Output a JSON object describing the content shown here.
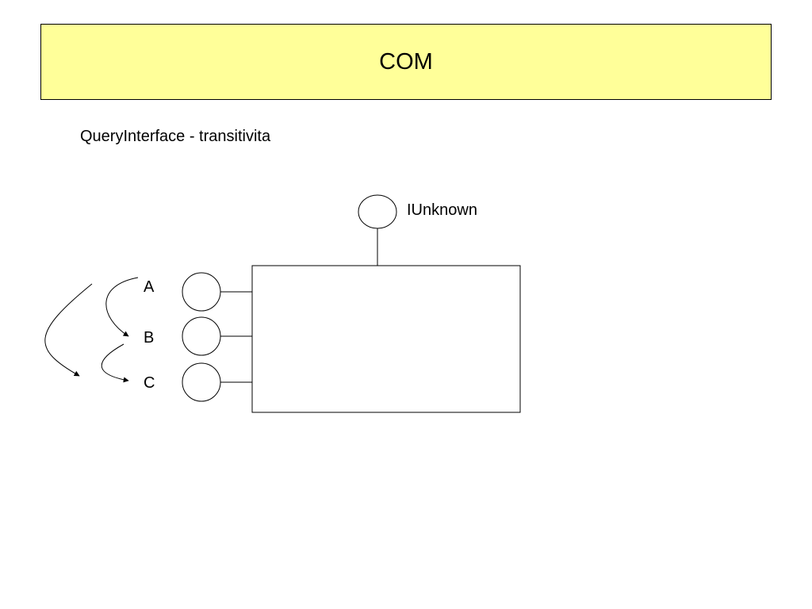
{
  "slide": {
    "title": "COM",
    "subtitle": "QueryInterface - transitivita"
  },
  "diagram": {
    "root_interface": "IUnknown",
    "interfaces": [
      "A",
      "B",
      "C"
    ]
  },
  "colors": {
    "title_background": "#ffff99",
    "stroke": "#000000",
    "background": "#ffffff"
  }
}
